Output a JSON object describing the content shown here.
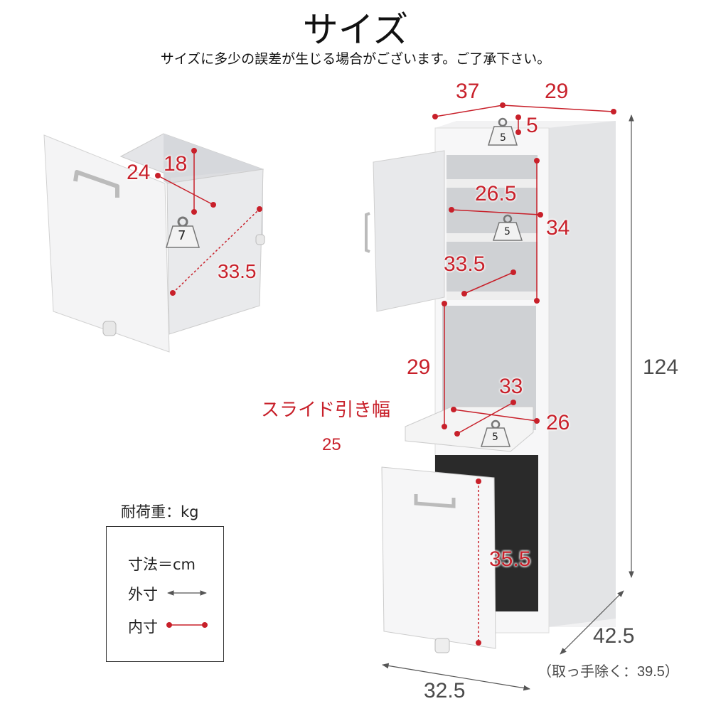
{
  "header": {
    "title": "サイズ",
    "subtitle": "サイズに多少の誤差が生じる場合がございます。ご了承下さい。"
  },
  "drawer_detail": {
    "depth": "24",
    "height": "18",
    "width": "33.5",
    "load": "7"
  },
  "cabinet": {
    "top_width": "37",
    "top_depth": "29",
    "top_rim": "5",
    "top_load": "5",
    "shelf_depth": "26.5",
    "shelf_height": "34",
    "shelf_load": "5",
    "shelf_width": "33.5",
    "slide_height": "29",
    "slide_width": "33",
    "slide_depth": "26",
    "slide_load": "5",
    "slide_label": "スライド引き幅",
    "slide_extension": "25",
    "drawer_height": "35.5",
    "total_height": "124",
    "total_depth": "42.5",
    "depth_note": "（取っ手除く：39.5）",
    "total_width": "32.5"
  },
  "legend": {
    "load_title": "耐荷重：kg",
    "unit": "寸法＝cm",
    "outer": "外寸",
    "inner": "内寸"
  },
  "colors": {
    "inner_dim": "#c8202a",
    "outer_dim": "#555555"
  }
}
